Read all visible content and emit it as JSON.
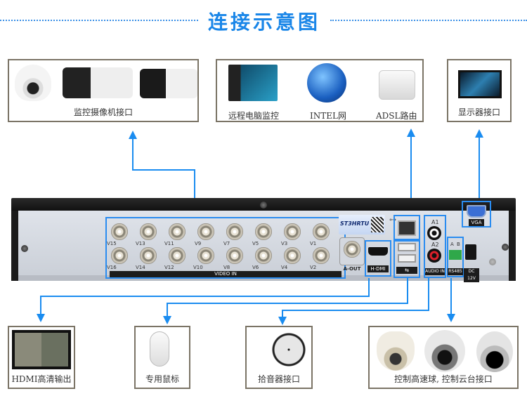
{
  "title": "连接示意图",
  "colors": {
    "accent": "#1a86e8",
    "line": "#1a8cf0",
    "card_border": "#7b7466"
  },
  "top_cards": {
    "cameras": {
      "label": "监控摄像机接口"
    },
    "network": {
      "items": [
        {
          "label": "远程电脑监控",
          "icon": "desktop-computer-icon"
        },
        {
          "label": "INTEL网",
          "icon": "internet-explorer-globe-icon"
        },
        {
          "label": "ADSL路由",
          "icon": "router-icon"
        }
      ]
    },
    "display": {
      "label": "显示器接口"
    }
  },
  "bottom_cards": [
    {
      "label": "HDMI高清输出"
    },
    {
      "label": "专用鼠标"
    },
    {
      "label": "拾音器接口"
    },
    {
      "label": "控制高速球, 控制云台接口"
    }
  ],
  "dvr": {
    "brand": "ST3HRTU",
    "video_in_label": "VIDEO IN",
    "video_top_row": [
      "V15",
      "V13",
      "V11",
      "V9",
      "V7",
      "V5",
      "V3",
      "V1"
    ],
    "video_bottom_row": [
      "V16",
      "V14",
      "V12",
      "V10",
      "V8",
      "V6",
      "V4",
      "V2"
    ],
    "a_out": "A-OUT",
    "hdmi": "H-DMI",
    "audio_a1": "A1",
    "audio_a2": "A2",
    "audio_in": "AUDIO IN",
    "rs485_a": "A",
    "rs485_b": "B",
    "rs485": "RS485",
    "dc": "DC 12V",
    "vga": "VGA"
  }
}
